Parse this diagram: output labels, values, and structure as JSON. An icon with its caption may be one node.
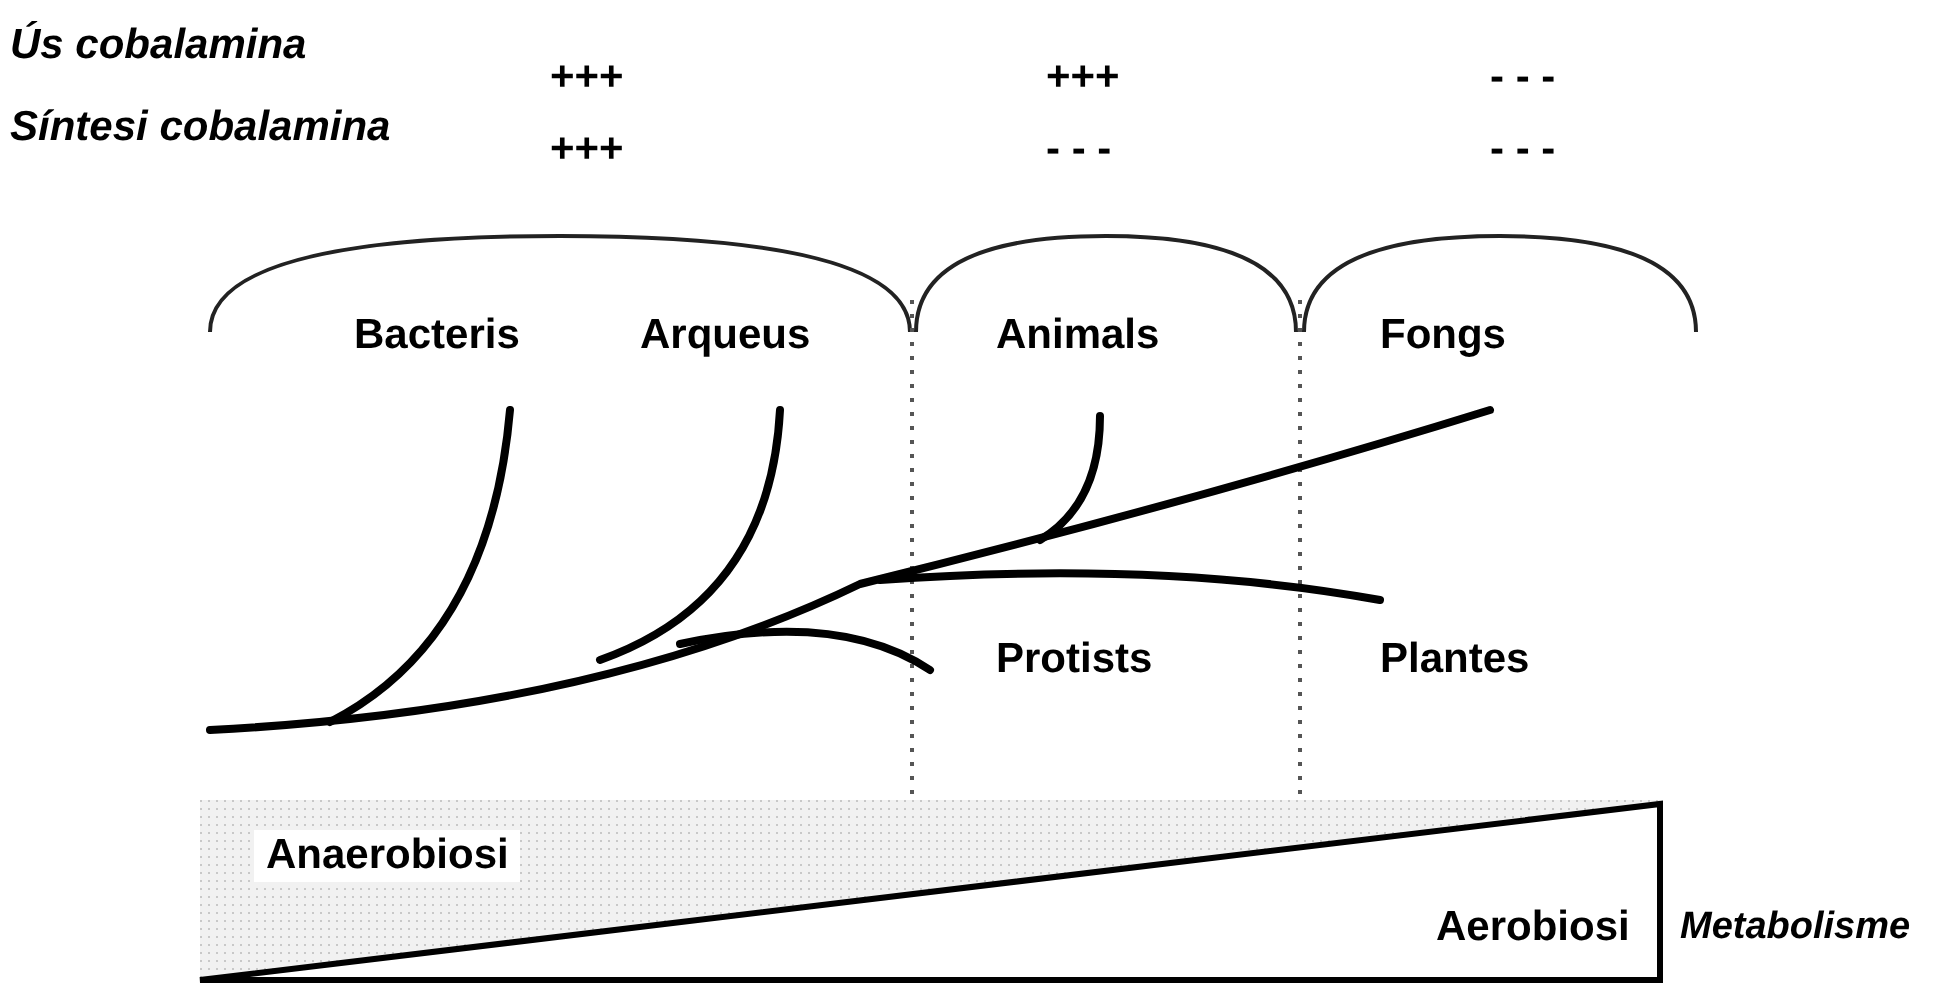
{
  "diagram": {
    "labels": [
      "Ús cobalamina",
      "+++",
      "+++",
      "- - -",
      "Síntesi cobalamina",
      "+++",
      "- - -",
      "- - -",
      "Bacteris",
      "Arqueus",
      "Animals",
      "Fongs",
      "Protists",
      "Plantes",
      "Anaerobiosi",
      "Aerobiosi",
      "Metabolisme"
    ]
  }
}
